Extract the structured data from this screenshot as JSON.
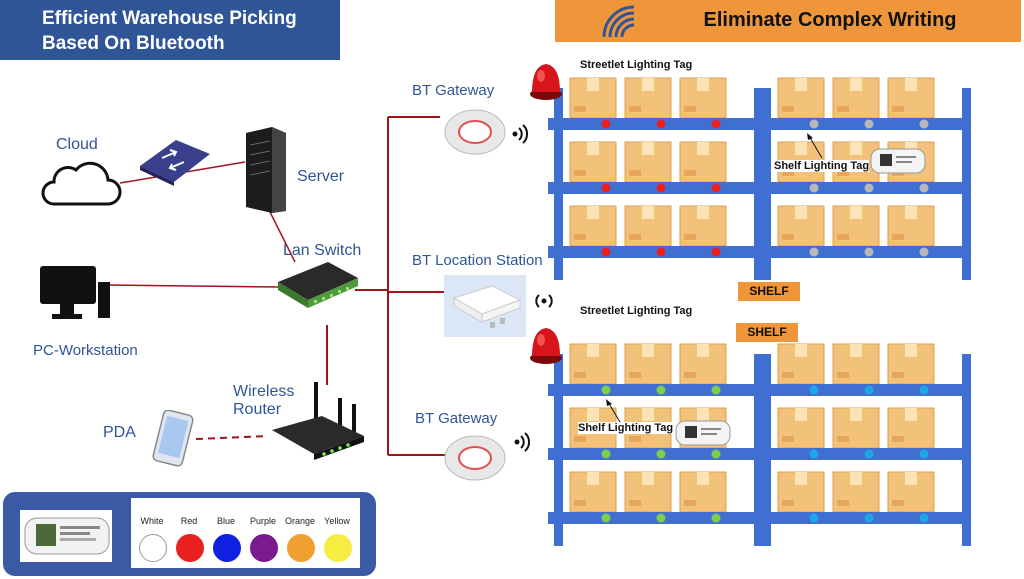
{
  "title": {
    "line1": "Efficient Warehouse Picking",
    "line2": "Based On Bluetooth",
    "right": "Eliminate Complex Writing"
  },
  "devices": {
    "cloud": "Cloud",
    "server": "Server",
    "lan_switch": "Lan Switch",
    "pc_workstation": "PC-Workstation",
    "wireless_router_line1": "Wireless",
    "wireless_router_line2": "Router",
    "pda": "PDA",
    "bt_gateway_top": "BT Gateway",
    "bt_location_station": "BT Location Station",
    "bt_gateway_bottom": "BT Gateway"
  },
  "shelf_labels": {
    "streetlet_tag_top": "Streetlet Lighting Tag",
    "shelf_tag_top": "Shelf Lighting Tag",
    "shelf_1": "SHELF",
    "shelf_2": "SHELF",
    "streetlet_tag_bottom": "Streetlet Lighting Tag",
    "shelf_tag_bottom": "Shelf Lighting Tag"
  },
  "legend": {
    "colors": [
      {
        "name": "White",
        "hex": "#ffffff"
      },
      {
        "name": "Red",
        "hex": "#e8201f"
      },
      {
        "name": "Blue",
        "hex": "#1020e0"
      },
      {
        "name": "Purple",
        "hex": "#7a1a8c"
      },
      {
        "name": "Orange",
        "hex": "#f0a030"
      },
      {
        "name": "Yellow",
        "hex": "#f5ee40"
      }
    ]
  },
  "colors": {
    "accent_blue": "#2f5597",
    "accent_orange": "#f0963a",
    "rack_blue": "#3f6fd1",
    "cable_red": "#a0141c",
    "box": "#f3c27a",
    "light_red": "#e8201f",
    "light_grey": "#b8b8b8",
    "light_green": "#7ccf4a",
    "light_cyan": "#1fa6e6"
  }
}
